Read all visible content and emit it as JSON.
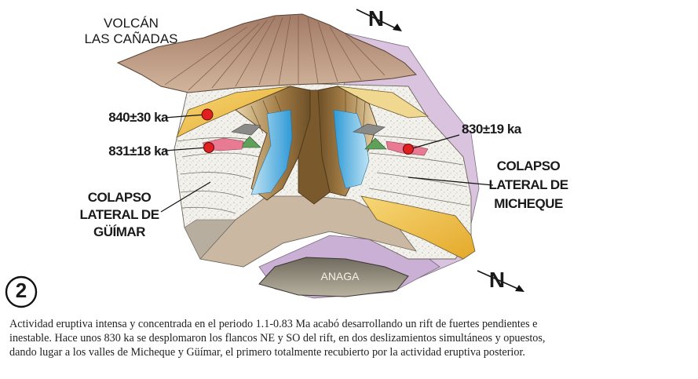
{
  "labels": {
    "volcano_line1": "VOLCÁN",
    "volcano_line2": "LAS CAÑADAS",
    "age_top_left": "840±30 ka",
    "age_mid_left": "831±18 ka",
    "age_right": "830±19 ka",
    "left_collapse_line1": "COLAPSO",
    "left_collapse_line2": "LATERAL DE",
    "left_collapse_line3": "GÜÍMAR",
    "right_collapse_line1": "COLAPSO",
    "right_collapse_line2": "LATERAL DE",
    "right_collapse_line3": "MICHEQUE",
    "anaga": "ANAGA",
    "north_top": "N",
    "north_bottom": "N",
    "step_number": "2"
  },
  "caption": {
    "line1": "Actividad eruptiva  intensa y concentrada en el periodo 1.1-0.83 Ma acabó desarrollando un rift de fuertes pendientes e",
    "line2": "inestable. Hace unos 830 ka se desplomaron los flancos NE y SO del rift, en dos deslizamientos simultáneos y opuestos,",
    "line3": "dando lugar a los valles de Micheque y Güímar, el primero totalmente recubierto por la actividad eruptiva posterior."
  },
  "colors": {
    "volcano": "#b8927a",
    "rift_wall": "#8a6a3c",
    "blue": "#3aa8e0",
    "yellow": "#f0c040",
    "purple": "#c6a8d2",
    "dot": "#e02020",
    "pink": "#e87a94"
  }
}
